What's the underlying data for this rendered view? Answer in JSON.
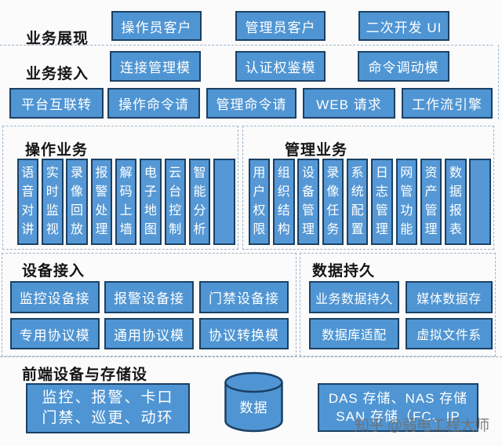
{
  "watermark": "知乎 @弱电工程大师",
  "colors": {
    "box_fill": "#4f95d3",
    "box_border": "#1b4064",
    "dash": "#9db4ca",
    "box_text": "#ffffff",
    "label_text": "#141414",
    "watermark_text": "#6f6f6f"
  },
  "sections": {
    "presentation": {
      "label": "业务展现",
      "boxes": [
        "操作员客户",
        "管理员客户",
        "二次开发 UI"
      ]
    },
    "access": {
      "label": "业务接入",
      "boxes": [
        "连接管理模",
        "认证权鉴模",
        "命令调动模"
      ]
    },
    "gateway": {
      "boxes": [
        "平台互联转",
        "操作命令请",
        "管理命令请",
        "WEB 请求",
        "工作流引擎"
      ]
    },
    "operation": {
      "label": "操作业务",
      "boxes": [
        "语音对讲",
        "实时监视",
        "录像回放",
        "报警处理",
        "解码上墙",
        "电子地图",
        "云台控制",
        "智能分析",
        ""
      ]
    },
    "management": {
      "label": "管理业务",
      "boxes": [
        "用户权限",
        "组织结构",
        "设备管理",
        "录像任务",
        "系统配置",
        "日志管理",
        "网管功能",
        "资产管理",
        "数据报表",
        ""
      ]
    },
    "device_access": {
      "label": "设备接入",
      "rows": [
        [
          "监控设备接",
          "报警设备接",
          "门禁设备接"
        ],
        [
          "专用协议模",
          "通用协议模",
          "协议转换模"
        ]
      ]
    },
    "persistence": {
      "label": "数据持久",
      "rows": [
        [
          "业务数据持久",
          "媒体数据存"
        ],
        [
          "数据库适配",
          "虚拟文件系"
        ]
      ]
    },
    "frontend": {
      "label": "前端设备与存储设",
      "device_box_lines": [
        "监控、报警、卡口",
        "门禁、巡更、动环"
      ],
      "cylinder_label": "数据",
      "storage_box_lines": [
        "DAS 存储、NAS 存储",
        "SAN 存储（FC、IP"
      ]
    }
  }
}
